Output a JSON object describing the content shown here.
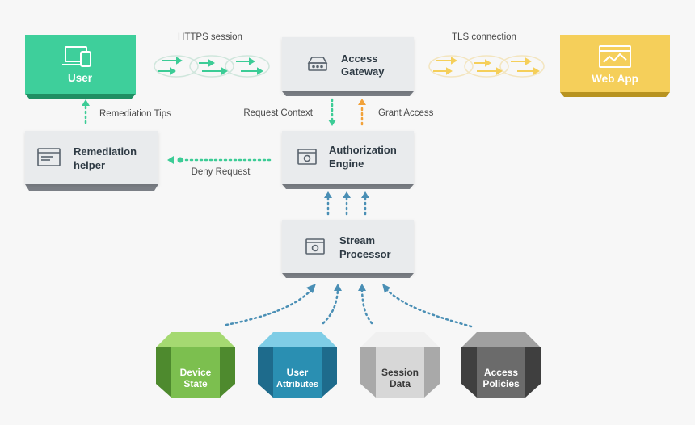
{
  "nodes": {
    "user": {
      "label": "User"
    },
    "gateway": {
      "line1": "Access",
      "line2": "Gateway"
    },
    "webapp": {
      "label": "Web App"
    },
    "remediation": {
      "line1": "Remediation",
      "line2": "helper"
    },
    "authz": {
      "line1": "Authorization",
      "line2": "Engine"
    },
    "stream": {
      "line1": "Stream",
      "line2": "Processor"
    }
  },
  "data_sources": [
    {
      "line1": "Device",
      "line2": "State"
    },
    {
      "line1": "User",
      "line2": "Attributes"
    },
    {
      "line1": "Session",
      "line2": "Data"
    },
    {
      "line1": "Access",
      "line2": "Policies"
    }
  ],
  "connections": {
    "https": "HTTPS session",
    "tls": "TLS connection",
    "remediation_tips": "Remediation Tips",
    "request_context": "Request Context",
    "grant_access": "Grant Access",
    "deny_request": "Deny Request"
  },
  "colors": {
    "green": "#3ecf9b",
    "yellow": "#f5cf5a",
    "teal_dots": "#3ccc96",
    "orange_dots": "#f2a23a",
    "blue_dots": "#4a8fb5",
    "device": "#7cbf4f",
    "user_attr": "#3aa6c8",
    "session": "#d7d7d7",
    "policies": "#6b6b6b"
  }
}
